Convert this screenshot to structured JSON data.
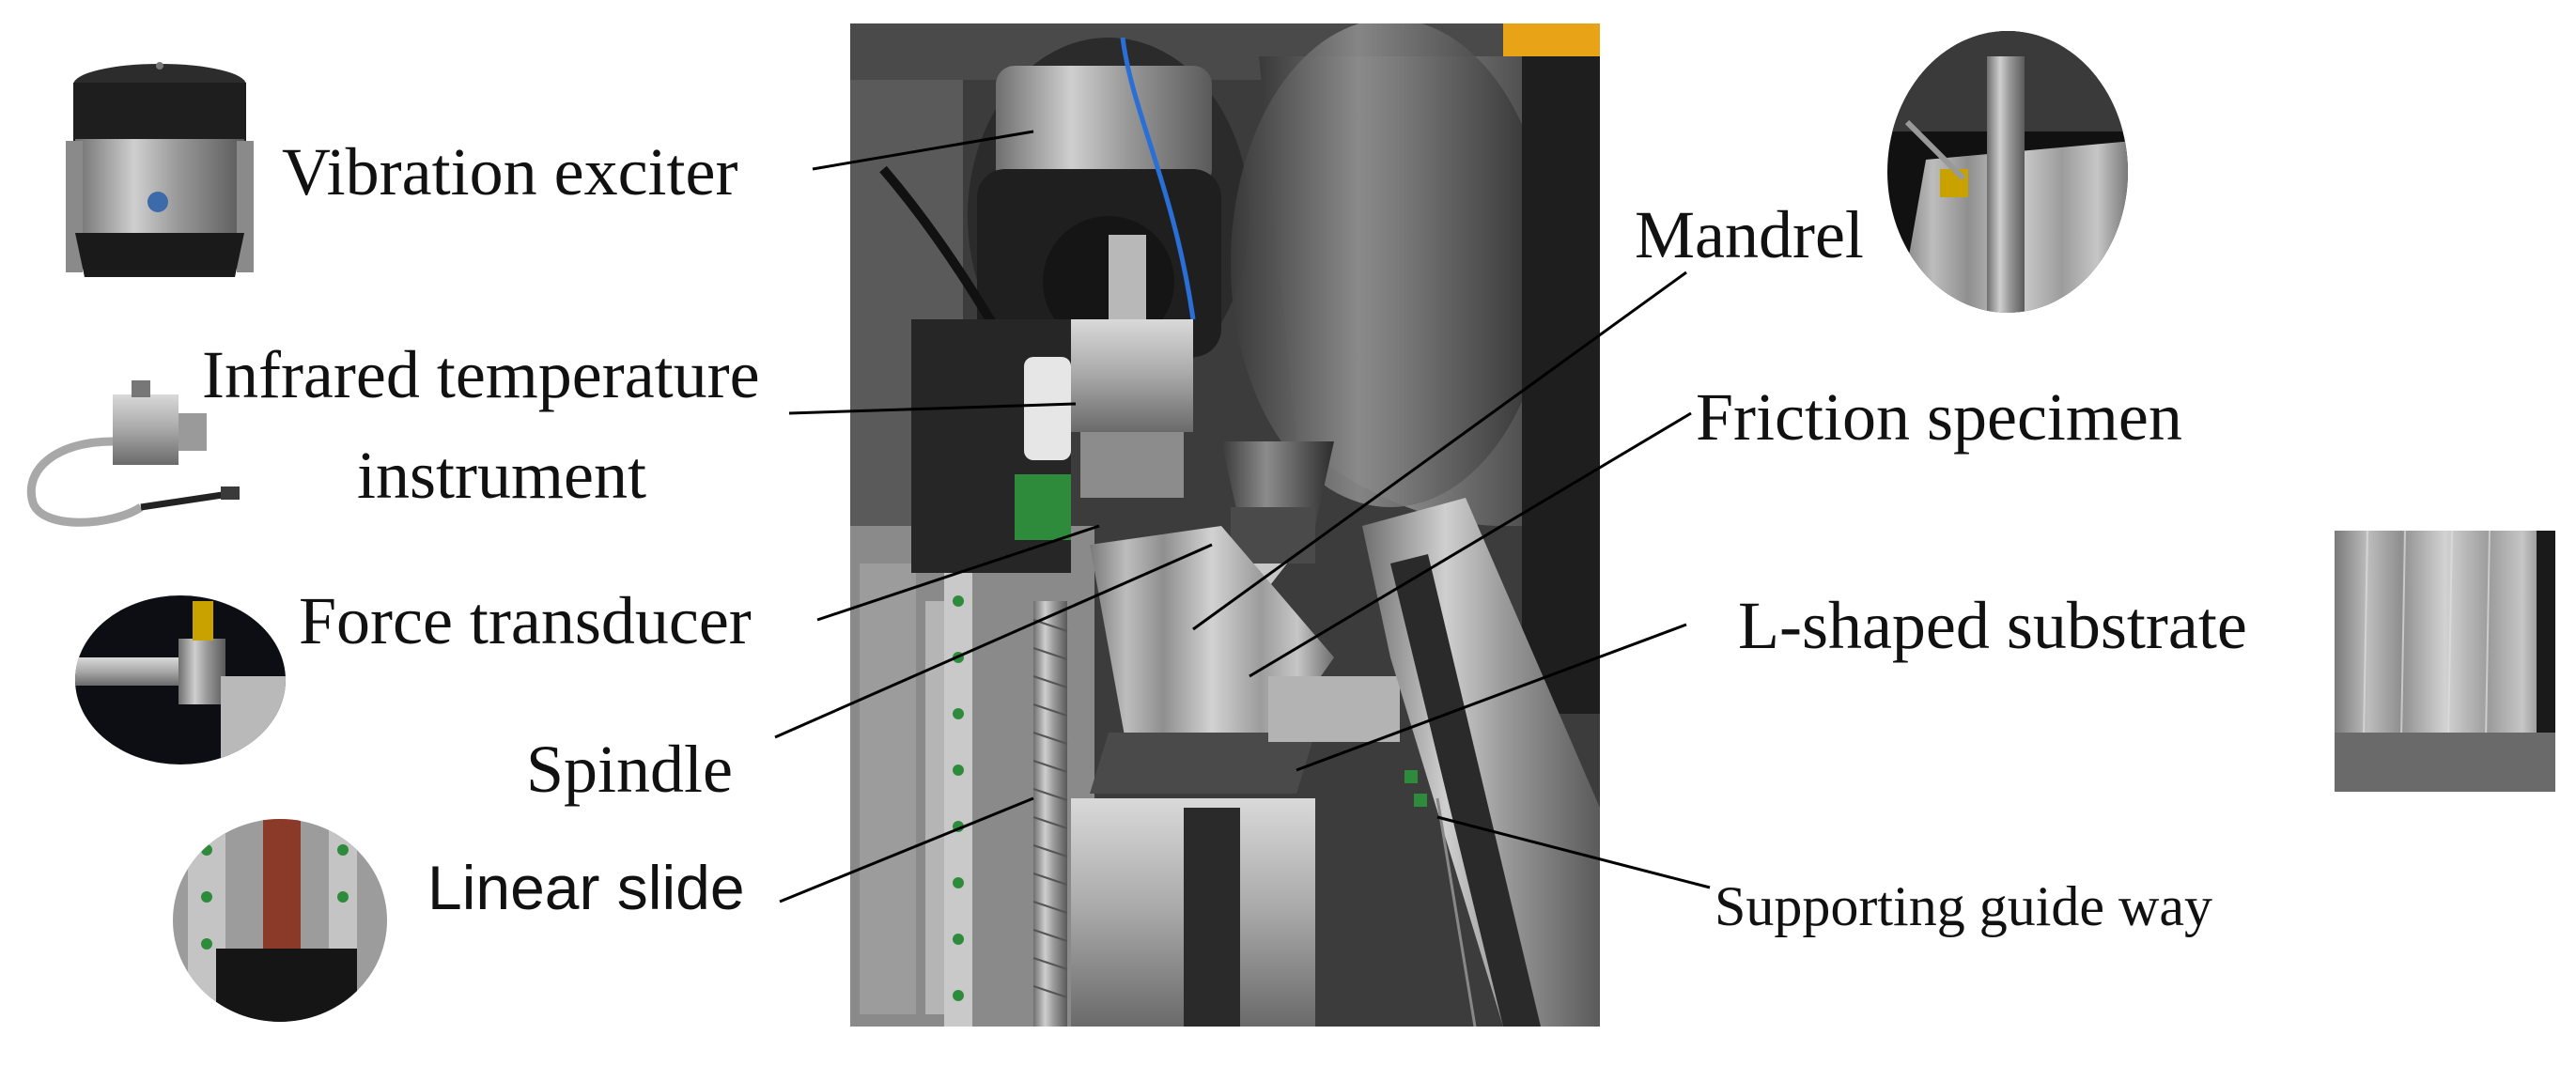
{
  "labels": {
    "vibration_exciter": "Vibration exciter",
    "infrared_line1": "Infrared temperature",
    "infrared_line2": "instrument",
    "force_transducer": "Force transducer",
    "spindle": "Spindle",
    "linear_slide": "Linear slide",
    "mandrel": "Mandrel",
    "friction_specimen": "Friction specimen",
    "l_shaped_substrate": "L-shaped substrate",
    "supporting_guide_way": "Supporting guide way"
  },
  "colors": {
    "background": "#ffffff",
    "text": "#111111",
    "leader_line": "#000000",
    "guide_rail_marker": "#2e8b3c",
    "cable_blue": "#2a6fd6",
    "accent_orange": "#e8a317"
  }
}
